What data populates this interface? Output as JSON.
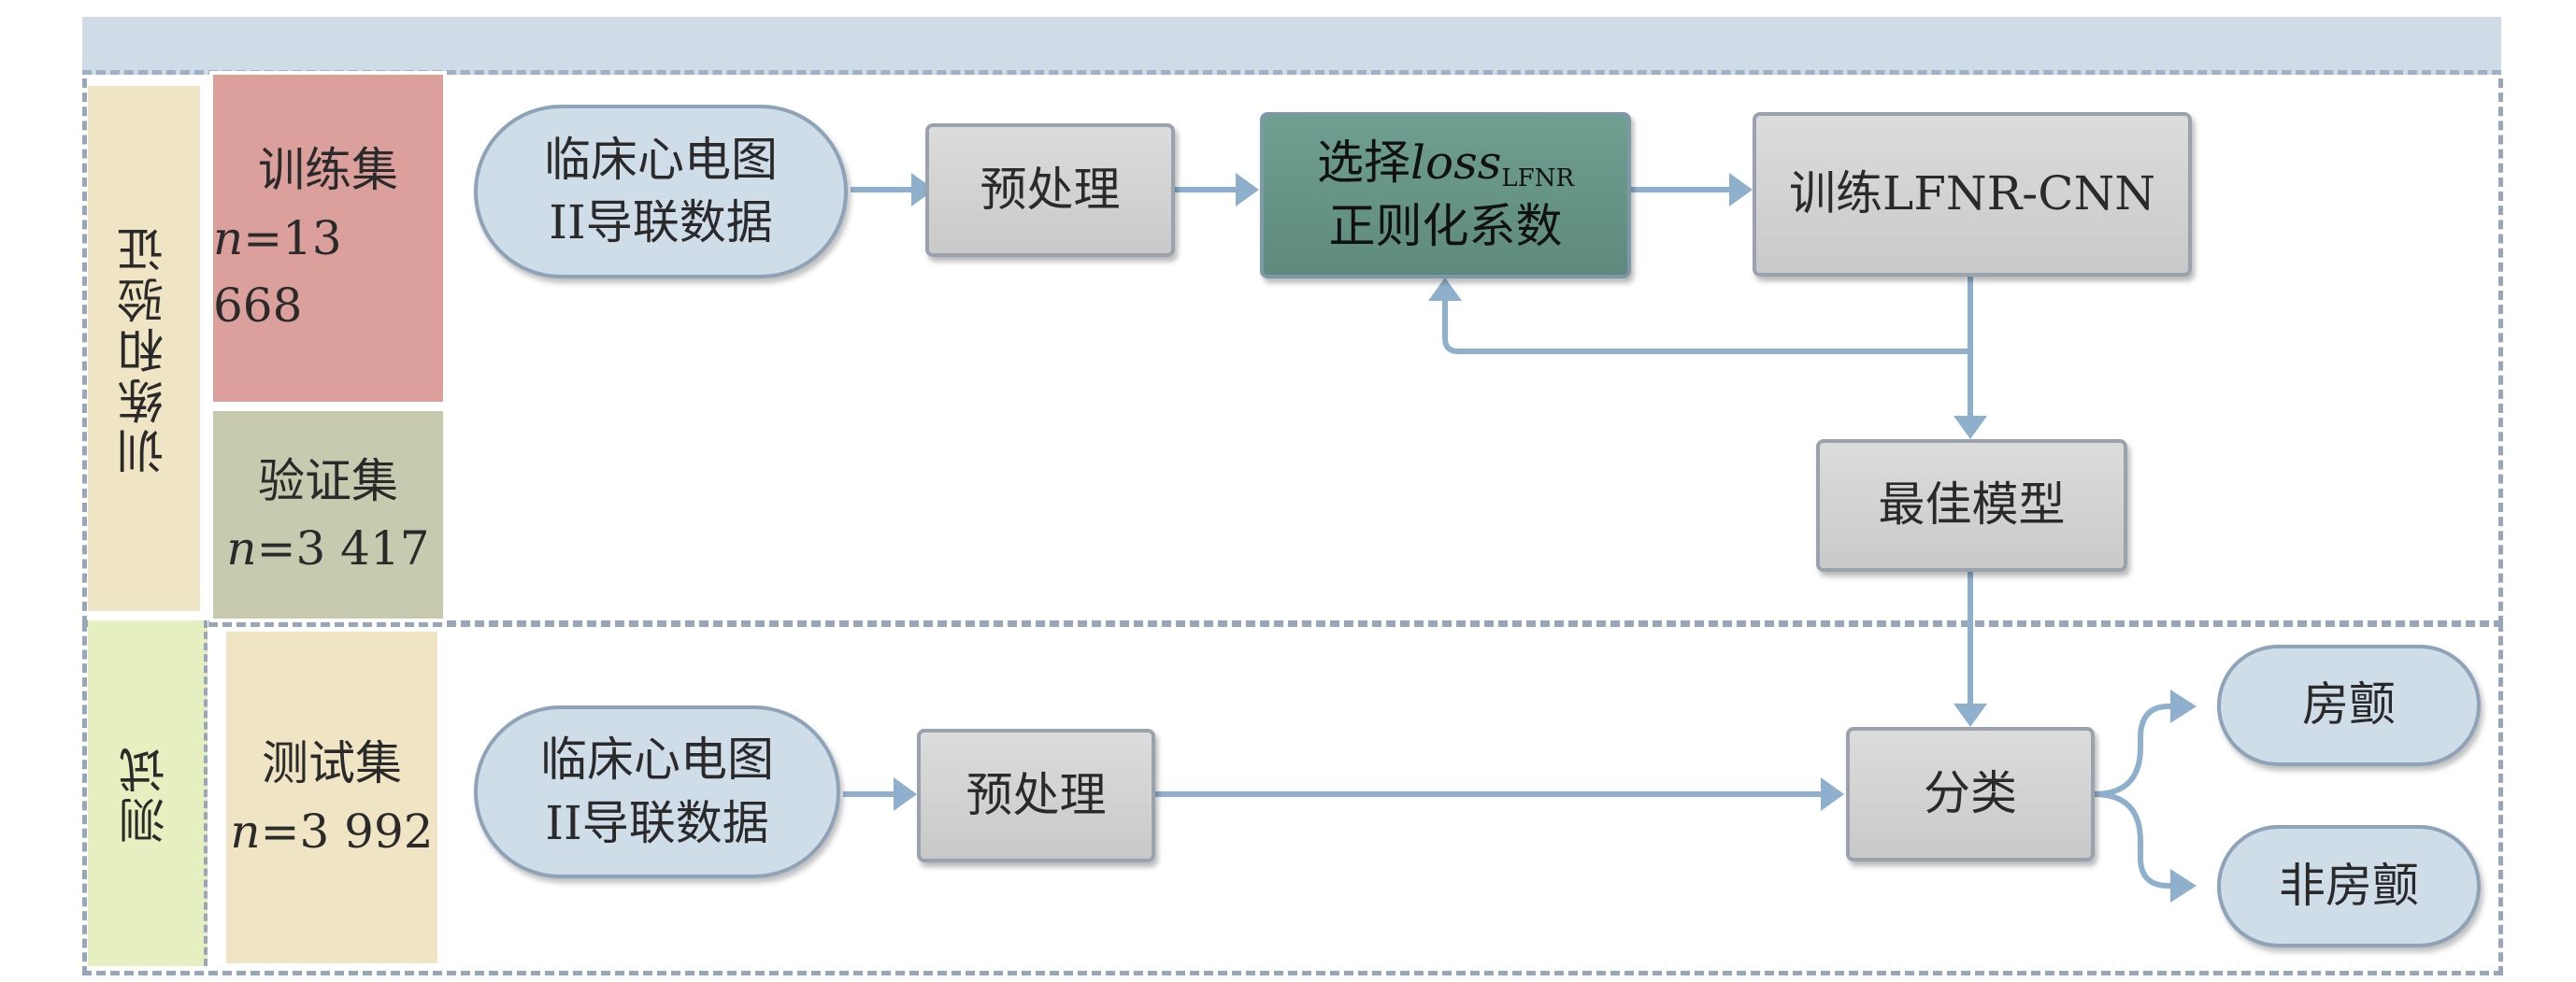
{
  "sections": {
    "train_val": {
      "label": "训练和验证"
    },
    "test": {
      "label": "测试"
    }
  },
  "datasets": {
    "train": {
      "name": "训练集",
      "n_var": "n",
      "n_rest": "=13 668"
    },
    "val": {
      "name": "验证集",
      "n_var": "n",
      "n_rest": "=3 417"
    },
    "test": {
      "name": "测试集",
      "n_var": "n",
      "n_rest": "=3 992"
    }
  },
  "flow_top": {
    "input_line1": "临床心电图",
    "input_line2": "II导联数据",
    "preprocess": "预处理",
    "select_prefix": "选择",
    "select_loss": "loss",
    "select_sub": "LFNR",
    "select_line2": "正则化系数",
    "train": "训练LFNR-CNN",
    "best_model": "最佳模型"
  },
  "flow_bottom": {
    "input_line1": "临床心电图",
    "input_line2": "II导联数据",
    "preprocess": "预处理",
    "classify": "分类",
    "out_af": "房颤",
    "out_non_af": "非房颤"
  },
  "colors": {
    "banner": "#cfdbe6",
    "train_side": "#efe4c3",
    "train_box": "#dba09c",
    "val_box": "#c8cab0",
    "test_side": "#e5efc0",
    "test_box": "#efe4c3",
    "pill": "#cfdde9",
    "process": "#d3d3d3",
    "process_dark": "#669486",
    "arrow": "#8fb0cd"
  }
}
